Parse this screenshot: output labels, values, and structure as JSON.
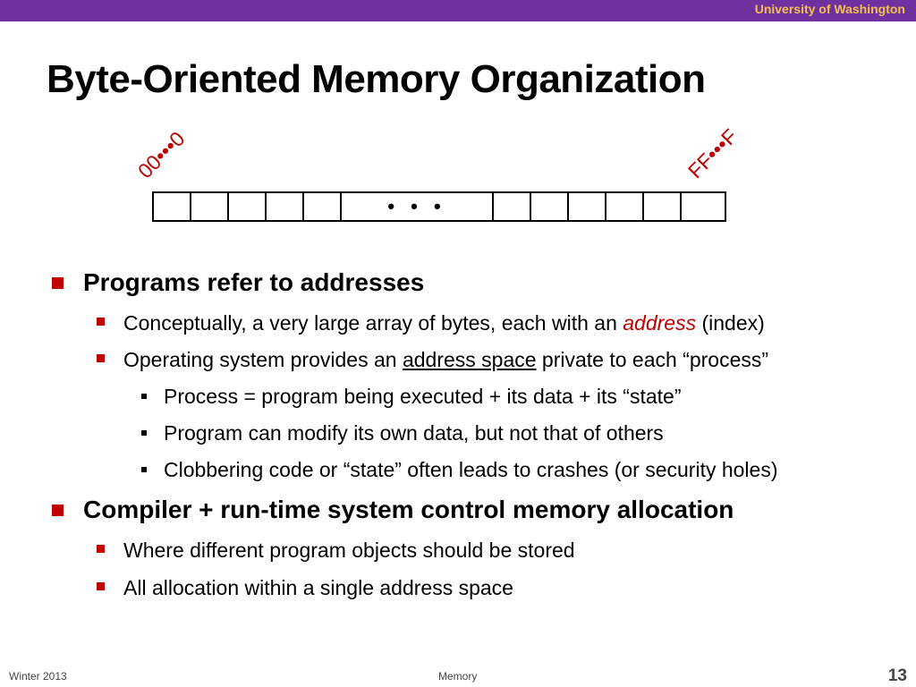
{
  "header": {
    "institution": "University of Washington"
  },
  "slide": {
    "title": "Byte-Oriented Memory Organization",
    "diagram": {
      "start_label": "00•••0",
      "end_label": "FF•••F",
      "ellipsis": "• • •"
    },
    "bullets": [
      {
        "text": "Programs refer to addresses"
      },
      {
        "pre": "Conceptually, a very large array of bytes, each with an ",
        "em": "address",
        "post": " (index)"
      },
      {
        "pre": "Operating system provides an ",
        "underline": "address space",
        "post": " private to each “process”"
      },
      {
        "text": "Process = program being executed + its data + its “state”"
      },
      {
        "text": "Program can modify its own data, but not that of others"
      },
      {
        "text": "Clobbering code or “state” often leads to crashes (or security holes)"
      },
      {
        "text": "Compiler + run-time system control memory allocation"
      },
      {
        "text": "Where different program objects should be stored"
      },
      {
        "text": "All allocation within a single address space"
      }
    ]
  },
  "footer": {
    "term": "Winter 2013",
    "topic": "Memory",
    "page": "13"
  }
}
